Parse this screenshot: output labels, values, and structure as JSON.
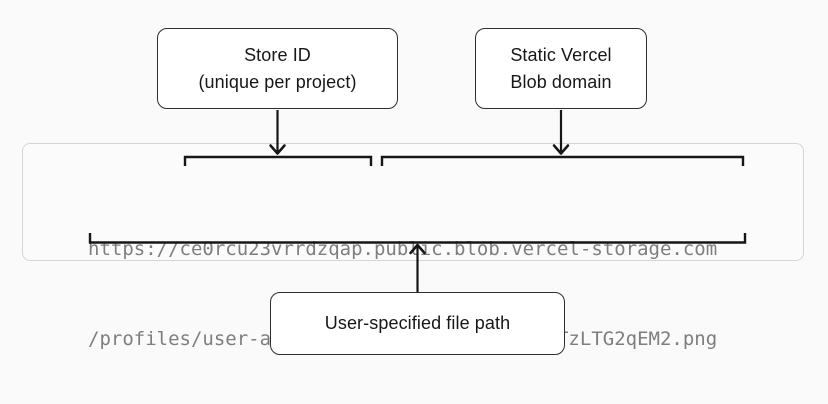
{
  "diagram": {
    "boxes": {
      "store_id": {
        "lines": [
          "Store ID",
          "(unique per project)"
        ]
      },
      "blob_domain": {
        "lines": [
          "Static Vercel",
          "Blob domain"
        ]
      },
      "file_path": {
        "lines": [
          "User-specified file path"
        ]
      }
    },
    "url": {
      "line1": "https://ce0rcu23vrrdzqap.public.blob.vercel-storage.com",
      "line2": "/profiles/user-abcde-NoOVGDVcqSPc7VYCUAGnTzLTG2qEM2.png"
    },
    "annotations": [
      {
        "label": "Store ID (unique per project)",
        "points_to": "ce0rcu23vrrdzqap"
      },
      {
        "label": "Static Vercel Blob domain",
        "points_to": "public.blob.vercel-storage.com"
      },
      {
        "label": "User-specified file path",
        "points_to": "/profiles/user-abcde-NoOVGDVcqSPc7VYCUAGnTzLTG2qEM2.png"
      }
    ],
    "colors": {
      "page_background": "#fafafa",
      "panel_border": "#d5d5d5",
      "panel_background": "#fbfbfb",
      "box_border": "#2e2e2e",
      "box_text": "#171717",
      "url_text": "#7e7e7e",
      "annotation_stroke": "#161616"
    }
  }
}
